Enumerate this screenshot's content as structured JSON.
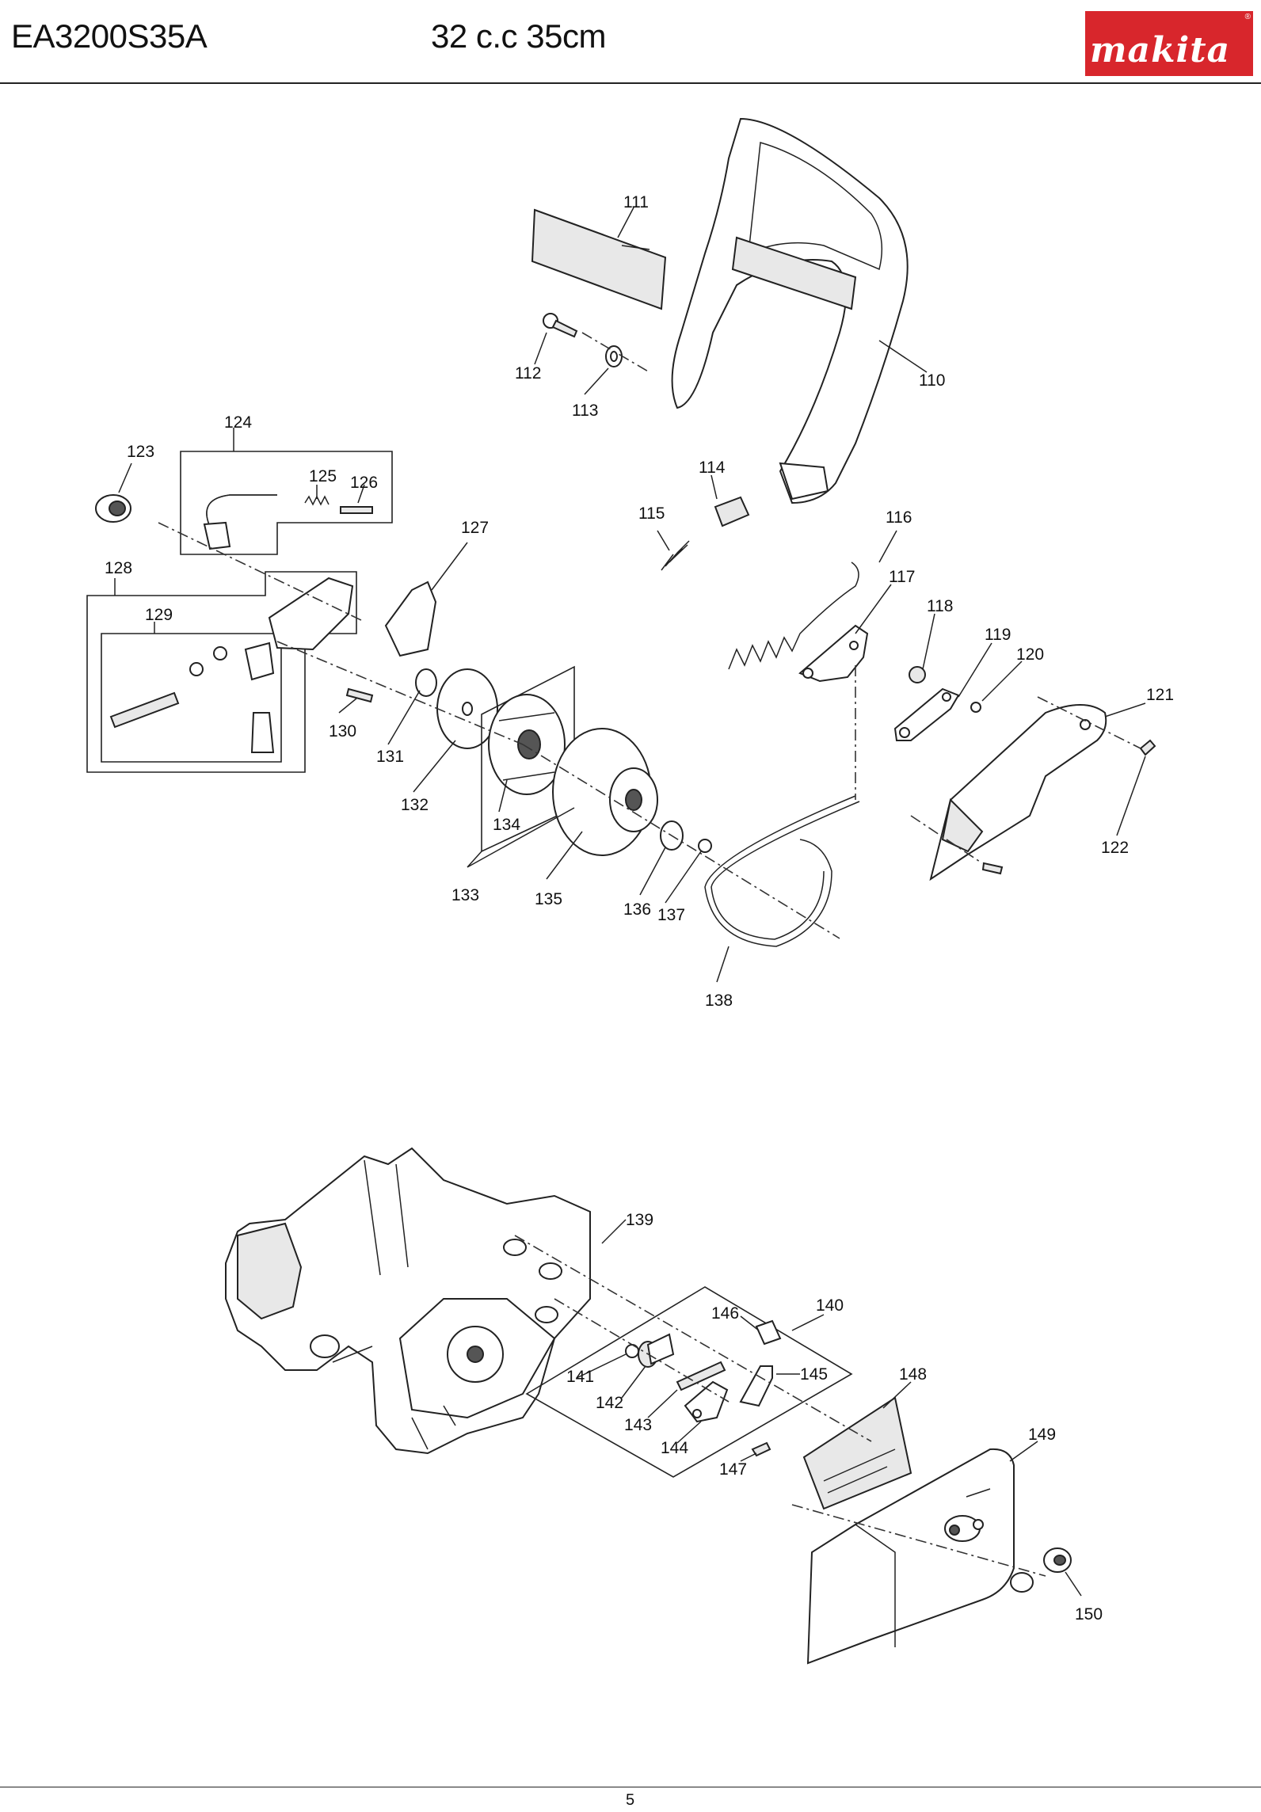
{
  "header": {
    "model": "EA3200S35A",
    "spec": "32 c.c 35cm",
    "brand": "makita",
    "brand_color": "#d8262c"
  },
  "page_number": "5",
  "parts_upper": [
    "110",
    "111",
    "112",
    "113",
    "114",
    "115",
    "116",
    "117",
    "118",
    "119",
    "120",
    "121",
    "122",
    "123",
    "124",
    "125",
    "126",
    "127",
    "128",
    "129",
    "130",
    "131",
    "132",
    "133",
    "134",
    "135",
    "136",
    "137",
    "138"
  ],
  "parts_lower": [
    "139",
    "140",
    "141",
    "142",
    "143",
    "144",
    "145",
    "146",
    "147",
    "148",
    "149",
    "150"
  ]
}
